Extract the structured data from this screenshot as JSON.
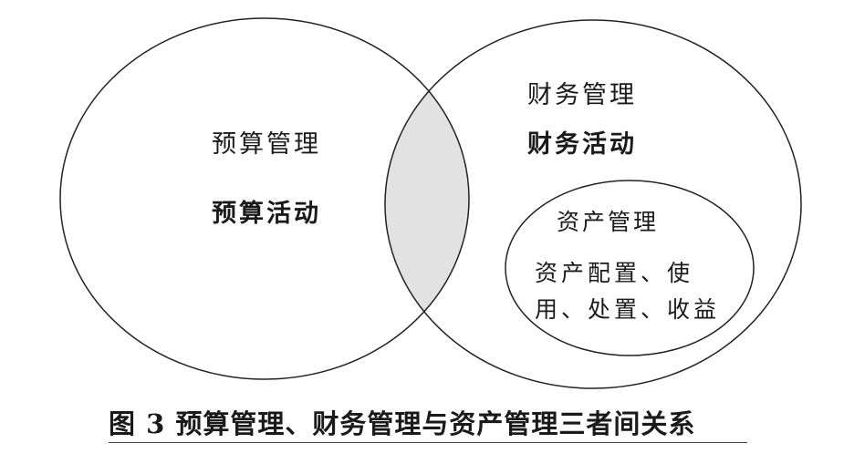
{
  "budget_circle": {
    "title": "预算管理",
    "activity": "预算活动"
  },
  "finance_circle": {
    "title": "财务管理",
    "activity": "财务活动"
  },
  "asset_circle": {
    "title": "资产管理",
    "activities_line1": "资产配置、使",
    "activities_line2": "用、处置、收益"
  },
  "caption": "图 3  预算管理、财务管理与资产管理三者间关系",
  "colors": {
    "outline": "#222222",
    "overlap_fill": "#e2e2e2",
    "background": "#ffffff"
  }
}
